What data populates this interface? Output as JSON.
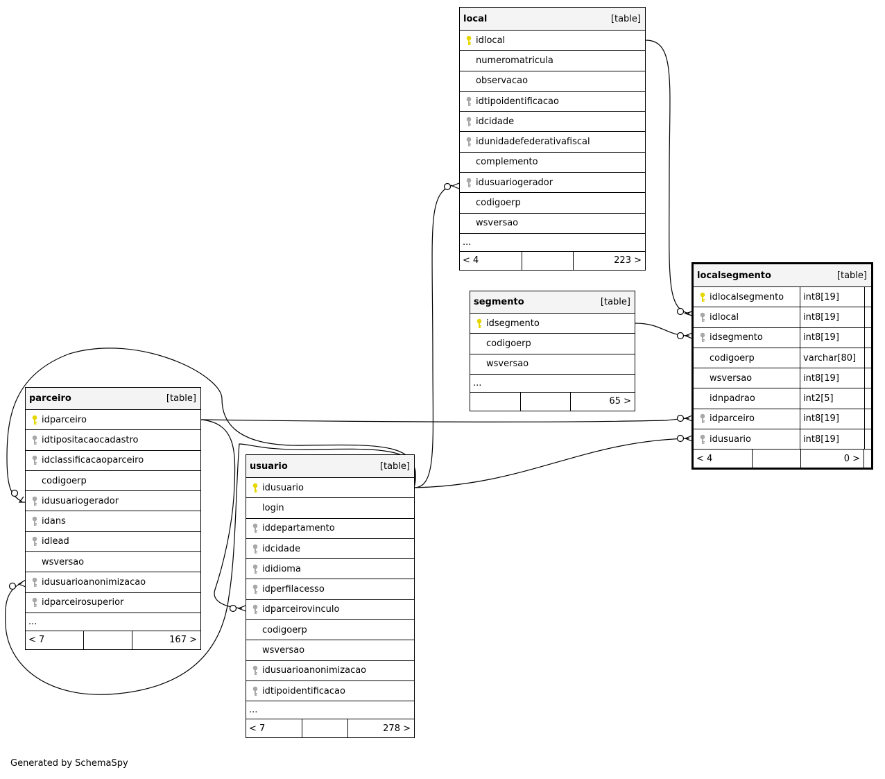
{
  "credit": "Generated by SchemaSpy",
  "colors": {
    "pk_key": "#e6d600",
    "fk_key": "#a8a8a8",
    "header_bg": "#f4f4f4"
  },
  "tables": {
    "local": {
      "name": "local",
      "type": "[table]",
      "columns": [
        {
          "name": "idlocal",
          "key": "pk"
        },
        {
          "name": "numeromatricula",
          "key": ""
        },
        {
          "name": "observacao",
          "key": ""
        },
        {
          "name": "idtipoidentificacao",
          "key": "fk"
        },
        {
          "name": "idcidade",
          "key": "fk"
        },
        {
          "name": "idunidadefederativafiscal",
          "key": "fk"
        },
        {
          "name": "complemento",
          "key": ""
        },
        {
          "name": "idusuariogerador",
          "key": "fk"
        },
        {
          "name": "codigoerp",
          "key": ""
        },
        {
          "name": "wsversao",
          "key": ""
        }
      ],
      "more": "...",
      "footer": {
        "left": "< 4",
        "middle": "",
        "right": "223 >"
      }
    },
    "segmento": {
      "name": "segmento",
      "type": "[table]",
      "columns": [
        {
          "name": "idsegmento",
          "key": "pk"
        },
        {
          "name": "codigoerp",
          "key": ""
        },
        {
          "name": "wsversao",
          "key": ""
        }
      ],
      "more": "...",
      "footer": {
        "left": "",
        "middle": "",
        "right": "65 >"
      }
    },
    "localsegmento": {
      "name": "localsegmento",
      "type": "[table]",
      "columns": [
        {
          "name": "idlocalsegmento",
          "key": "pk",
          "type": "int8[19]"
        },
        {
          "name": "idlocal",
          "key": "fk",
          "type": "int8[19]"
        },
        {
          "name": "idsegmento",
          "key": "fk",
          "type": "int8[19]"
        },
        {
          "name": "codigoerp",
          "key": "",
          "type": "varchar[80]"
        },
        {
          "name": "wsversao",
          "key": "",
          "type": "int8[19]"
        },
        {
          "name": "idnpadrao",
          "key": "",
          "type": "int2[5]"
        },
        {
          "name": "idparceiro",
          "key": "fk",
          "type": "int8[19]"
        },
        {
          "name": "idusuario",
          "key": "fk",
          "type": "int8[19]"
        }
      ],
      "footer": {
        "left": "< 4",
        "middle": "",
        "right": "0 >"
      }
    },
    "parceiro": {
      "name": "parceiro",
      "type": "[table]",
      "columns": [
        {
          "name": "idparceiro",
          "key": "pk"
        },
        {
          "name": "idtipositacaocadastro",
          "key": "fk"
        },
        {
          "name": "idclassificacaoparceiro",
          "key": "fk"
        },
        {
          "name": "codigoerp",
          "key": ""
        },
        {
          "name": "idusuariogerador",
          "key": "fk"
        },
        {
          "name": "idans",
          "key": "fk"
        },
        {
          "name": "idlead",
          "key": "fk"
        },
        {
          "name": "wsversao",
          "key": ""
        },
        {
          "name": "idusuarioanonimizacao",
          "key": "fk"
        },
        {
          "name": "idparceirosuperior",
          "key": "fk"
        }
      ],
      "more": "...",
      "footer": {
        "left": "< 7",
        "middle": "",
        "right": "167 >"
      }
    },
    "usuario": {
      "name": "usuario",
      "type": "[table]",
      "columns": [
        {
          "name": "idusuario",
          "key": "pk"
        },
        {
          "name": "login",
          "key": ""
        },
        {
          "name": "iddepartamento",
          "key": "fk"
        },
        {
          "name": "idcidade",
          "key": "fk"
        },
        {
          "name": "ididioma",
          "key": "fk"
        },
        {
          "name": "idperfilacesso",
          "key": "fk"
        },
        {
          "name": "idparceirovinculo",
          "key": "fk"
        },
        {
          "name": "codigoerp",
          "key": ""
        },
        {
          "name": "wsversao",
          "key": ""
        },
        {
          "name": "idusuarioanonimizacao",
          "key": "fk"
        },
        {
          "name": "idtipoidentificacao",
          "key": "fk"
        }
      ],
      "more": "...",
      "footer": {
        "left": "< 7",
        "middle": "",
        "right": "278 >"
      }
    }
  }
}
